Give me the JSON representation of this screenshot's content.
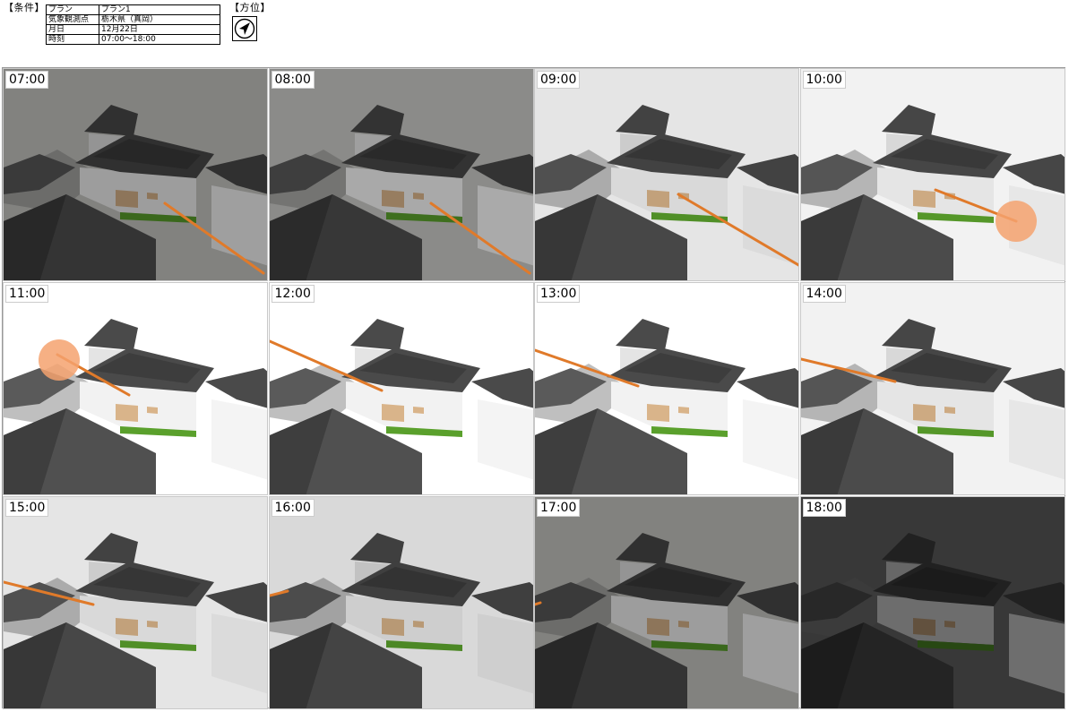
{
  "header": {
    "conditions_label": "【条件】",
    "direction_label": "【方位】",
    "conditions": [
      {
        "key": "プラン",
        "value": "プラン1"
      },
      {
        "key": "気象観測点",
        "value": "栃木県（真岡）"
      },
      {
        "key": "月日",
        "value": "12月22日"
      },
      {
        "key": "時刻",
        "value": "07:00〜18:00"
      }
    ],
    "compass_icon": "north-arrow-icon"
  },
  "panels": [
    {
      "time": "07:00",
      "sky": "#c8c8c4",
      "shade": 0.35,
      "sun": "low-right",
      "ray": [
        [
          180,
          150
        ],
        [
          290,
          228
        ]
      ],
      "disc": null
    },
    {
      "time": "08:00",
      "sky": "#c8c8c4",
      "shade": 0.3,
      "sun": "low-right",
      "ray": [
        [
          180,
          150
        ],
        [
          290,
          228
        ]
      ],
      "disc": null
    },
    {
      "time": "09:00",
      "sky": "#ffffff",
      "shade": 0.1,
      "sun": "right",
      "ray": [
        [
          160,
          140
        ],
        [
          296,
          220
        ]
      ],
      "disc": null
    },
    {
      "time": "10:00",
      "sky": "#ffffff",
      "shade": 0.05,
      "sun": "right",
      "ray": [
        [
          150,
          135
        ],
        [
          240,
          170
        ]
      ],
      "disc": [
        240,
        170
      ]
    },
    {
      "time": "11:00",
      "sky": "#ffffff",
      "shade": 0.0,
      "sun": "left-high",
      "ray": [
        [
          140,
          125
        ],
        [
          60,
          80
        ]
      ],
      "disc": [
        62,
        86
      ]
    },
    {
      "time": "12:00",
      "sky": "#ffffff",
      "shade": 0.0,
      "sun": "left",
      "ray": [
        [
          125,
          120
        ],
        [
          0,
          65
        ]
      ],
      "disc": null
    },
    {
      "time": "13:00",
      "sky": "#ffffff",
      "shade": 0.0,
      "sun": "left",
      "ray": [
        [
          115,
          115
        ],
        [
          0,
          75
        ]
      ],
      "disc": null
    },
    {
      "time": "14:00",
      "sky": "#ffffff",
      "shade": 0.05,
      "sun": "left",
      "ray": [
        [
          105,
          110
        ],
        [
          0,
          85
        ]
      ],
      "disc": null
    },
    {
      "time": "15:00",
      "sky": "#ffffff",
      "shade": 0.1,
      "sun": "left-low",
      "ray": [
        [
          100,
          120
        ],
        [
          0,
          95
        ]
      ],
      "disc": null
    },
    {
      "time": "16:00",
      "sky": "#ffffff",
      "shade": 0.15,
      "sun": "left-low",
      "ray": [
        [
          20,
          105
        ],
        [
          0,
          110
        ]
      ],
      "disc": null
    },
    {
      "time": "17:00",
      "sky": "#c8c8c4",
      "shade": 0.35,
      "sun": "left-low",
      "ray": [
        [
          6,
          118
        ],
        [
          0,
          120
        ]
      ],
      "disc": null
    },
    {
      "time": "18:00",
      "sky": "#7c7c7c",
      "shade": 0.55,
      "sun": "none",
      "ray": null,
      "disc": null
    }
  ],
  "colors": {
    "roof": "#4a4a4a",
    "roof_dark": "#353535",
    "wall": "#f2f2f2",
    "ground_shadow": "#8a8a8a",
    "lawn": "#5aa02c",
    "sun_ray": "#e07a2a",
    "sun_disc": "#f4a26e"
  }
}
